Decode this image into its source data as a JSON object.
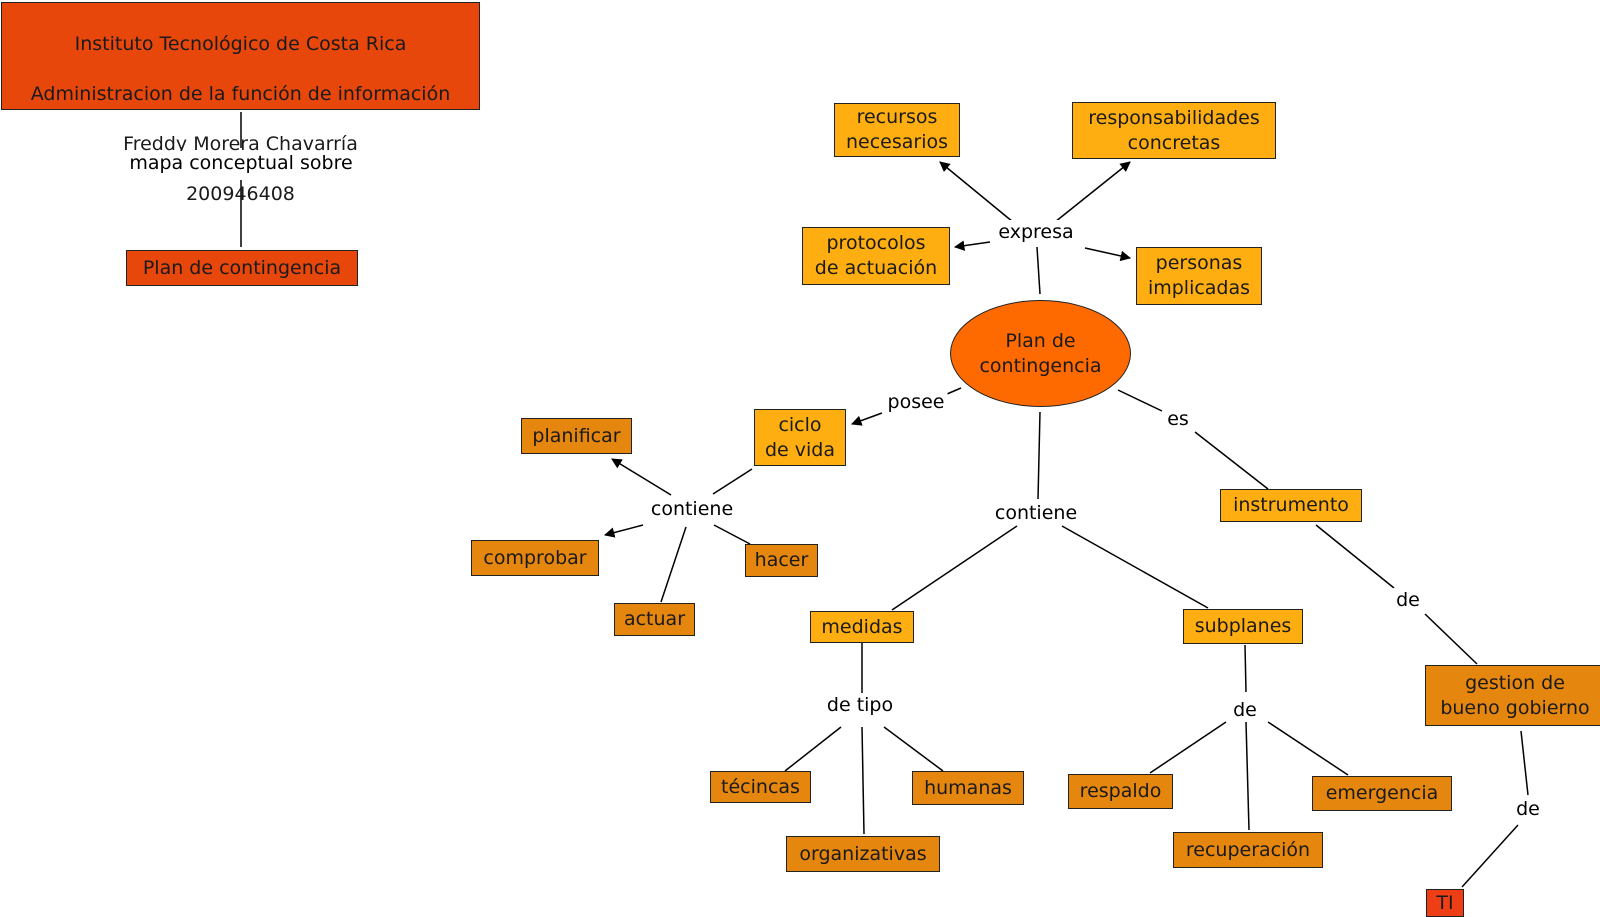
{
  "header": {
    "line1": "Instituto Tecnológico de Costa Rica",
    "line2": "Administracion de la función de información",
    "line3": "Freddy Morera Chavarría",
    "line4": "200946408"
  },
  "nodes": {
    "topic": "Plan de contingencia",
    "center": "Plan de\ncontingencia",
    "recursos": "recursos\nnecesarios",
    "responsabilidades": "responsabilidades\nconcretas",
    "protocolos": "protocolos\nde actuación",
    "personas": "personas\nimplicadas",
    "ciclo": "ciclo\nde vida",
    "planificar": "planificar",
    "comprobar": "comprobar",
    "hacer": "hacer",
    "actuar": "actuar",
    "instrumento": "instrumento",
    "gestion": "gestion de\nbueno gobierno",
    "ti": "TI",
    "medidas": "medidas",
    "subplanes": "subplanes",
    "tecnicas": "técincas",
    "organizativas": "organizativas",
    "humanas": "humanas",
    "respaldo": "respaldo",
    "recuperacion": "recuperación",
    "emergencia": "emergencia"
  },
  "labels": {
    "mapa": "mapa conceptual sobre",
    "expresa": "expresa",
    "posee": "posee",
    "contiene_ciclo": "contiene",
    "contiene_main": "contiene",
    "es": "es",
    "de_instrumento": "de",
    "de_gestion": "de",
    "de_tipo": "de tipo",
    "de_subplanes": "de"
  },
  "colors": {
    "header": "#E8470C",
    "concept_light": "#FFAE12",
    "concept_dark": "#E5860F",
    "center": "#FF6A00",
    "ti": "#EE3E16"
  }
}
